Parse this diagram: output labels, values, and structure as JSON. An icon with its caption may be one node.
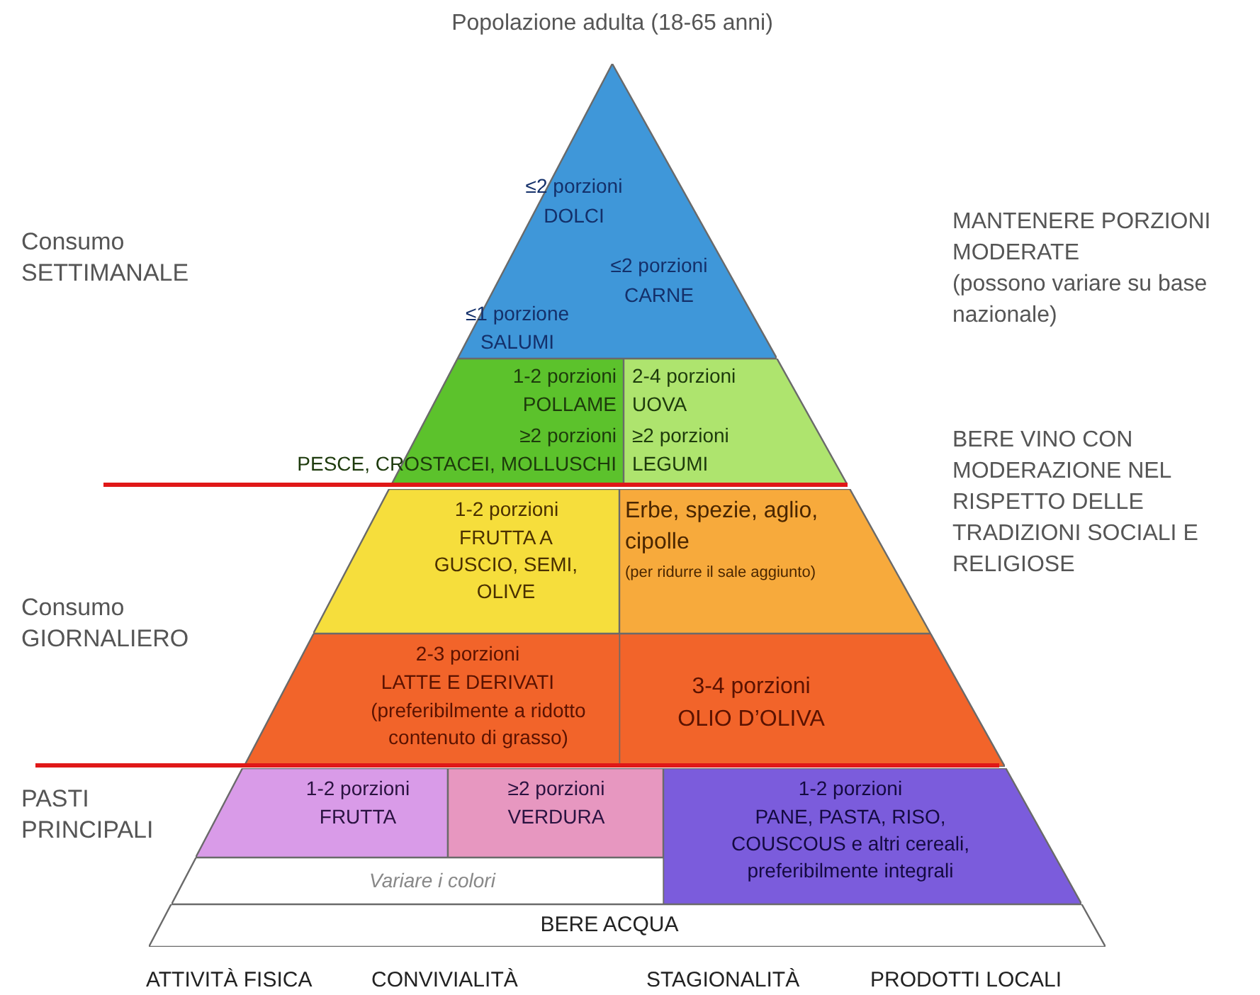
{
  "diagram": {
    "title": "Popolazione adulta (18-65 anni)",
    "nodes": [
      {
        "text": [
          "≤2 porzioni",
          "DOLCI",
          "≤2 porzioni",
          "CARNE",
          "≤1 porzione",
          "SALUMI"
        ]
      },
      {
        "text": [
          "1-2 porzioni",
          "POLLAME",
          "≥2 porzioni",
          "PESCE, CROSTACEI, MOLLUSCHI"
        ]
      },
      {
        "text": [
          "2-4 porzioni",
          "UOVA",
          "≥2 porzioni",
          "LEGUMI"
        ]
      },
      {
        "text": [
          "1-2 porzioni",
          "FRUTTA A GUSCIO, SEMI, OLIVE"
        ]
      },
      {
        "text": [
          "Erbe, spezie, aglio, cipolle",
          "(per ridurre il sale aggiunto)"
        ]
      },
      {
        "text": [
          "2-3 porzioni",
          "LATTE E DERIVATI",
          "(preferibilmente a ridotto contenuto di grasso)"
        ]
      },
      {
        "text": [
          "3-4 porzioni",
          "OLIO D’OLIVA"
        ]
      },
      {
        "text": [
          "1-2 porzioni",
          "FRUTTA"
        ]
      },
      {
        "text": [
          "≥2 porzioni",
          "VERDURA"
        ]
      },
      {
        "text": [
          "Variare i colori"
        ]
      },
      {
        "text": [
          "1-2 porzioni",
          "PANE, PASTA, RISO, COUSCOUS e altri cereali, preferibilmente integrali"
        ]
      },
      {
        "text": [
          "BERE ACQUA"
        ]
      }
    ],
    "edges": [],
    "labels": [
      "Consumo SETTIMANALE",
      "MANTENERE PORZIONI MODERATE",
      "(possono variare su base nazionale)",
      "BERE VINO CON MODERAZIONE NEL RISPETTO DELLE TRADIZIONI SOCIALI E RELIGIOSE",
      "Consumo GIORNALIERO",
      "PASTI PRINCIPALI",
      "ATTIVITÀ FISICA",
      "CONVIVIALITÀ",
      "STAGIONALITÀ",
      "PRODOTTI LOCALI"
    ]
  }
}
